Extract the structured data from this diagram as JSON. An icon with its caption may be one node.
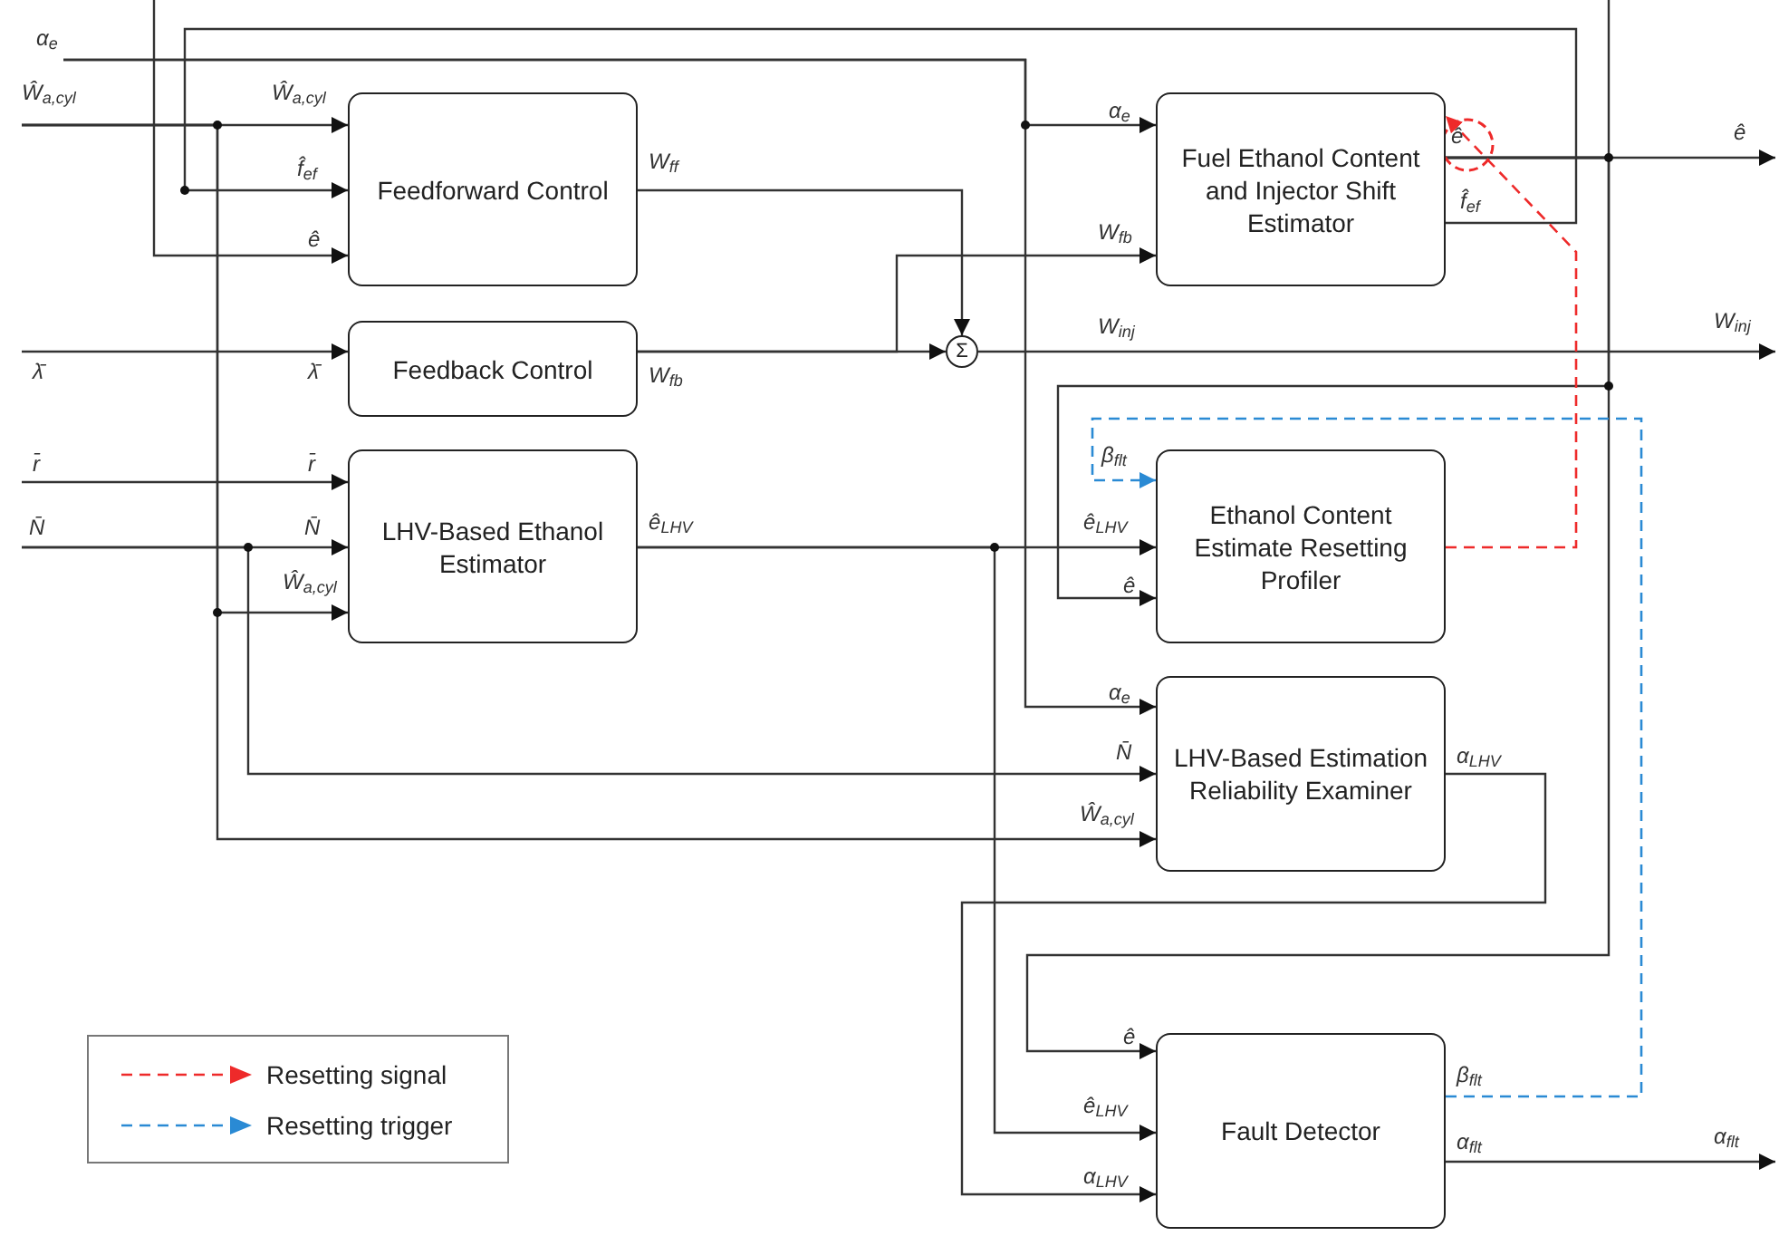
{
  "diagram": {
    "nodes": [
      {
        "text": [
          "Feedforward Control"
        ]
      },
      {
        "text": [
          "Feedback Control"
        ]
      },
      {
        "text": [
          "LHV-Based Ethanol Estimator"
        ]
      },
      {
        "text": [
          "Σ"
        ]
      },
      {
        "text": [
          "Fuel Ethanol Content and Injector Shift Estimator"
        ]
      },
      {
        "text": [
          "Ethanol Content Estimate Resetting Profiler"
        ]
      },
      {
        "text": [
          "LHV-Based Estimation Reliability Examiner"
        ]
      },
      {
        "text": [
          "Fault Detector"
        ]
      },
      {
        "text": [
          "α$_{e}$"
        ]
      },
      {
        "text": [
          "Ŵ$_{a,cyl}$"
        ]
      },
      {
        "text": [
          "λ̄"
        ]
      },
      {
        "text": [
          "r̄"
        ]
      },
      {
        "text": [
          "N̄"
        ]
      },
      {
        "text": [
          "ê"
        ]
      },
      {
        "text": [
          "W$_{inj}$"
        ]
      },
      {
        "text": [
          "α$_{flt}$"
        ]
      }
    ],
    "edges": [
      {
        "from": 8,
        "to": 4,
        "arrow": "to"
      },
      {
        "from": 8,
        "to": 6,
        "arrow": "to"
      },
      {
        "from": 9,
        "to": 0,
        "arrow": "to"
      },
      {
        "from": 9,
        "to": 2,
        "arrow": "to"
      },
      {
        "from": 9,
        "to": 6,
        "arrow": "to"
      },
      {
        "from": 4,
        "to": 0,
        "arrow": "to"
      },
      {
        "from": 4,
        "to": 0,
        "arrow": "to"
      },
      {
        "from": 4,
        "to": 13,
        "arrow": "to"
      },
      {
        "from": 4,
        "to": 5,
        "arrow": "to"
      },
      {
        "from": 4,
        "to": 7,
        "arrow": "to"
      },
      {
        "from": 0,
        "to": 3,
        "arrow": "to"
      },
      {
        "from": 1,
        "to": 3,
        "arrow": "to"
      },
      {
        "from": 1,
        "to": 4,
        "arrow": "to"
      },
      {
        "from": 10,
        "to": 1,
        "arrow": "to"
      },
      {
        "from": 3,
        "to": 14,
        "arrow": "to"
      },
      {
        "from": 11,
        "to": 2,
        "arrow": "to"
      },
      {
        "from": 12,
        "to": 2,
        "arrow": "to"
      },
      {
        "from": 12,
        "to": 6,
        "arrow": "to"
      },
      {
        "from": 2,
        "to": 5,
        "arrow": "to"
      },
      {
        "from": 2,
        "to": 7,
        "arrow": "to"
      },
      {
        "from": 5,
        "to": 4,
        "arrow": "to",
        "style": "dashed",
        "color": "#ee2a2a"
      },
      {
        "from": 7,
        "to": 5,
        "arrow": "to",
        "style": "dashed",
        "color": "#2a8ad4"
      },
      {
        "from": 6,
        "to": 7,
        "arrow": "to"
      },
      {
        "from": 7,
        "to": 15,
        "arrow": "to"
      }
    ],
    "labels": [
      "Ŵ$_{a,cyl}$",
      "α$_{e}$",
      "ê",
      "f̂$_{ef}$",
      "W$_{ff}$",
      "f̂$_{ef}$",
      "ê",
      "W$_{fb}$",
      "W$_{inj}$",
      "λ̄",
      "W$_{fb}$",
      "r̄",
      "β$_{flt}$",
      "N̄",
      "ê$_{LHV}$",
      "ê$_{LHV}$",
      "Ŵ$_{a,cyl}$",
      "ê",
      "α$_{e}$",
      "N̄",
      "α$_{LHV}$",
      "Ŵ$_{a,cyl}$",
      "ê",
      "β$_{flt}$",
      "ê$_{LHV}$",
      "α$_{flt}$",
      "α$_{LHV}$"
    ],
    "legend": [
      {
        "text": "Resetting signal",
        "color": "#ee2a2a"
      },
      {
        "text": "Resetting trigger",
        "color": "#2a8ad4"
      }
    ]
  }
}
